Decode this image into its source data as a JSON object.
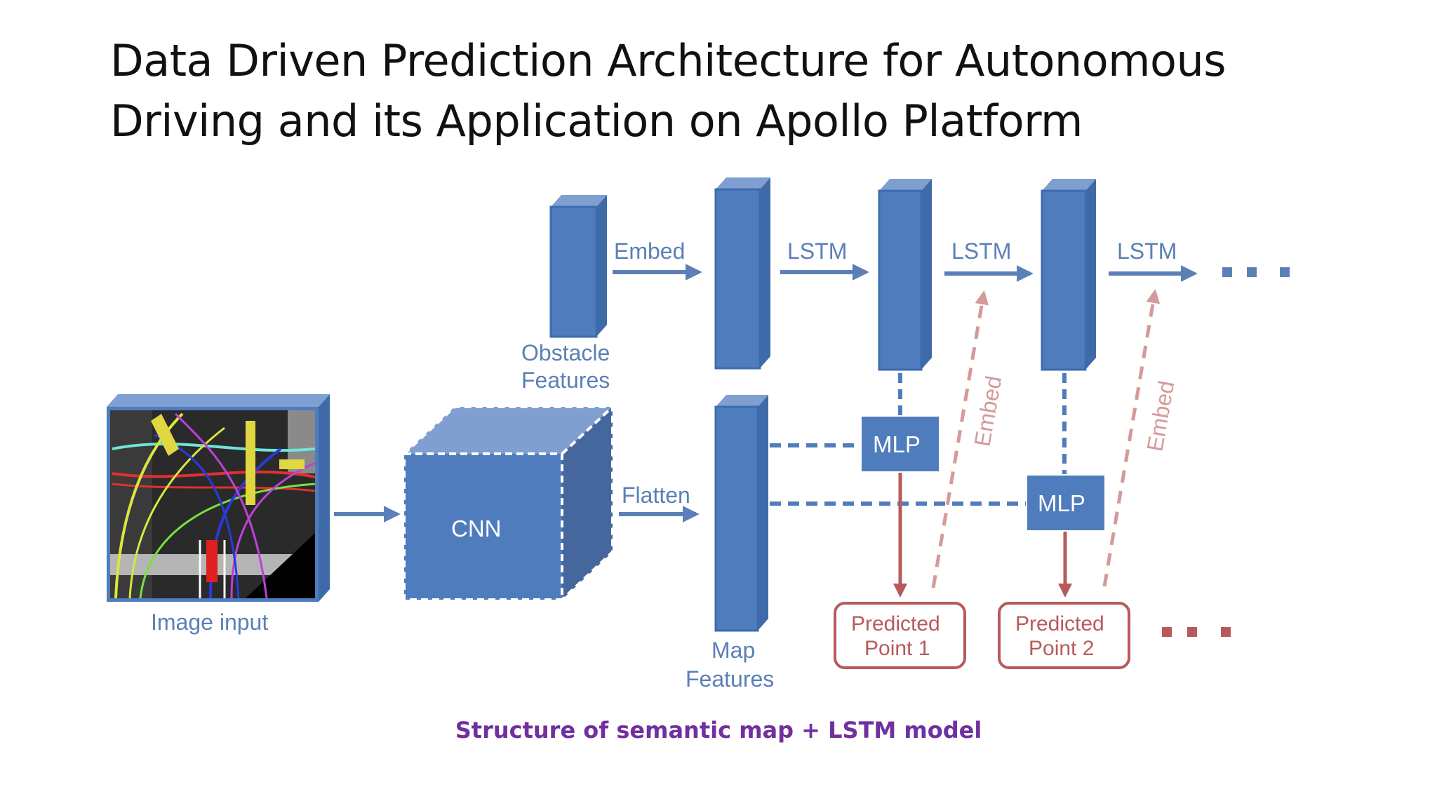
{
  "slide": {
    "title_lines": [
      "Data Driven Prediction Architecture for Autonomous",
      "Driving and its Application on Apollo Platform"
    ],
    "caption": "Structure of semantic map + LSTM model"
  },
  "diagram": {
    "labels": {
      "obstacle_features": [
        "Obstacle",
        "Features"
      ],
      "map_features": [
        "Map",
        "Features"
      ],
      "image_input": "Image input",
      "cnn": "CNN",
      "flatten": "Flatten",
      "embed": "Embed",
      "lstm": "LSTM",
      "mlp": "MLP",
      "predicted_point_1": [
        "Predicted",
        "Point 1"
      ],
      "predicted_point_2": [
        "Predicted",
        "Point 2"
      ],
      "feedback_embed": "Embed"
    },
    "colors": {
      "block_blue": "#4f7cbd",
      "arrow_blue": "#5b80b8",
      "output_red": "#b85a5a",
      "feedback_pink": "#d49a9a",
      "caption_purple": "#7030a0"
    }
  }
}
